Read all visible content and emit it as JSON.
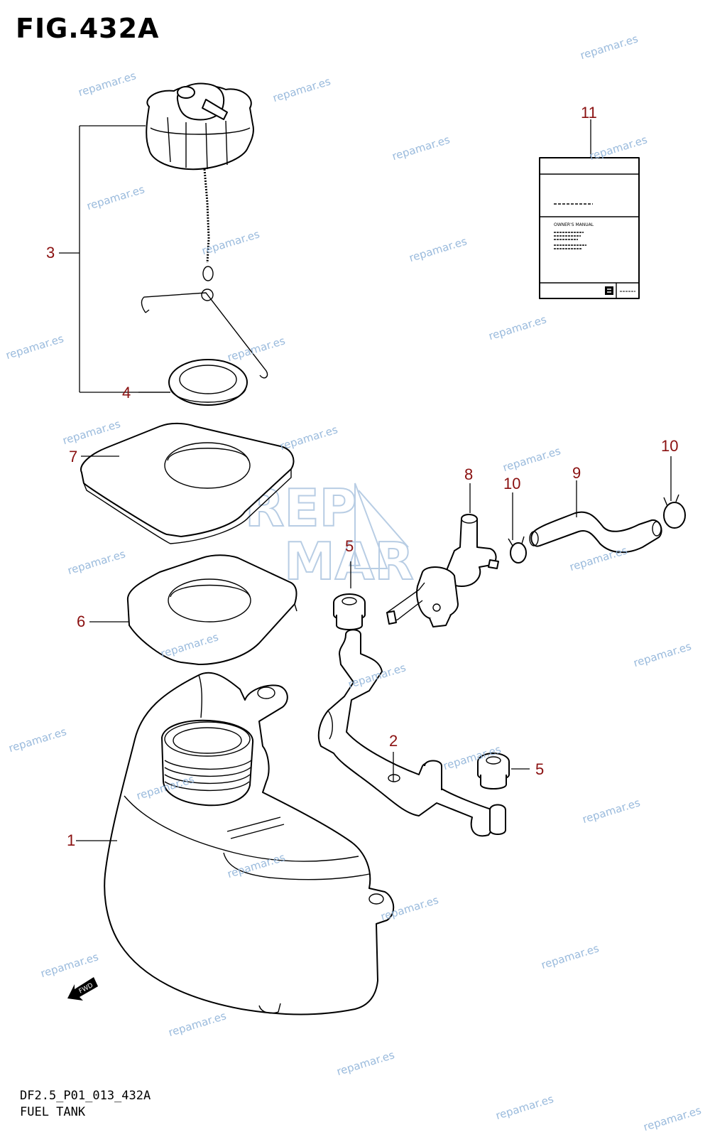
{
  "figure": {
    "title": "FIG.432A",
    "code": "DF2.5_P01_013_432A",
    "name": "FUEL TANK"
  },
  "callouts": [
    {
      "id": "c1",
      "label": "1"
    },
    {
      "id": "c2",
      "label": "2"
    },
    {
      "id": "c3",
      "label": "3"
    },
    {
      "id": "c4",
      "label": "4"
    },
    {
      "id": "c5a",
      "label": "5"
    },
    {
      "id": "c5b",
      "label": "5"
    },
    {
      "id": "c6",
      "label": "6"
    },
    {
      "id": "c7",
      "label": "7"
    },
    {
      "id": "c8",
      "label": "8"
    },
    {
      "id": "c9",
      "label": "9"
    },
    {
      "id": "c10a",
      "label": "10"
    },
    {
      "id": "c10b",
      "label": "10"
    },
    {
      "id": "c11",
      "label": "11"
    }
  ],
  "manual_booklet": {
    "cover_text": "OWNER'S MANUAL"
  },
  "fwd_arrow": "FWD",
  "watermark": {
    "text": "repamar.es",
    "logo_top": "REP",
    "logo_bottom": "MAR"
  },
  "colors": {
    "callout": "#8a1010",
    "watermark": "#8fb3d9",
    "line": "#000000"
  }
}
